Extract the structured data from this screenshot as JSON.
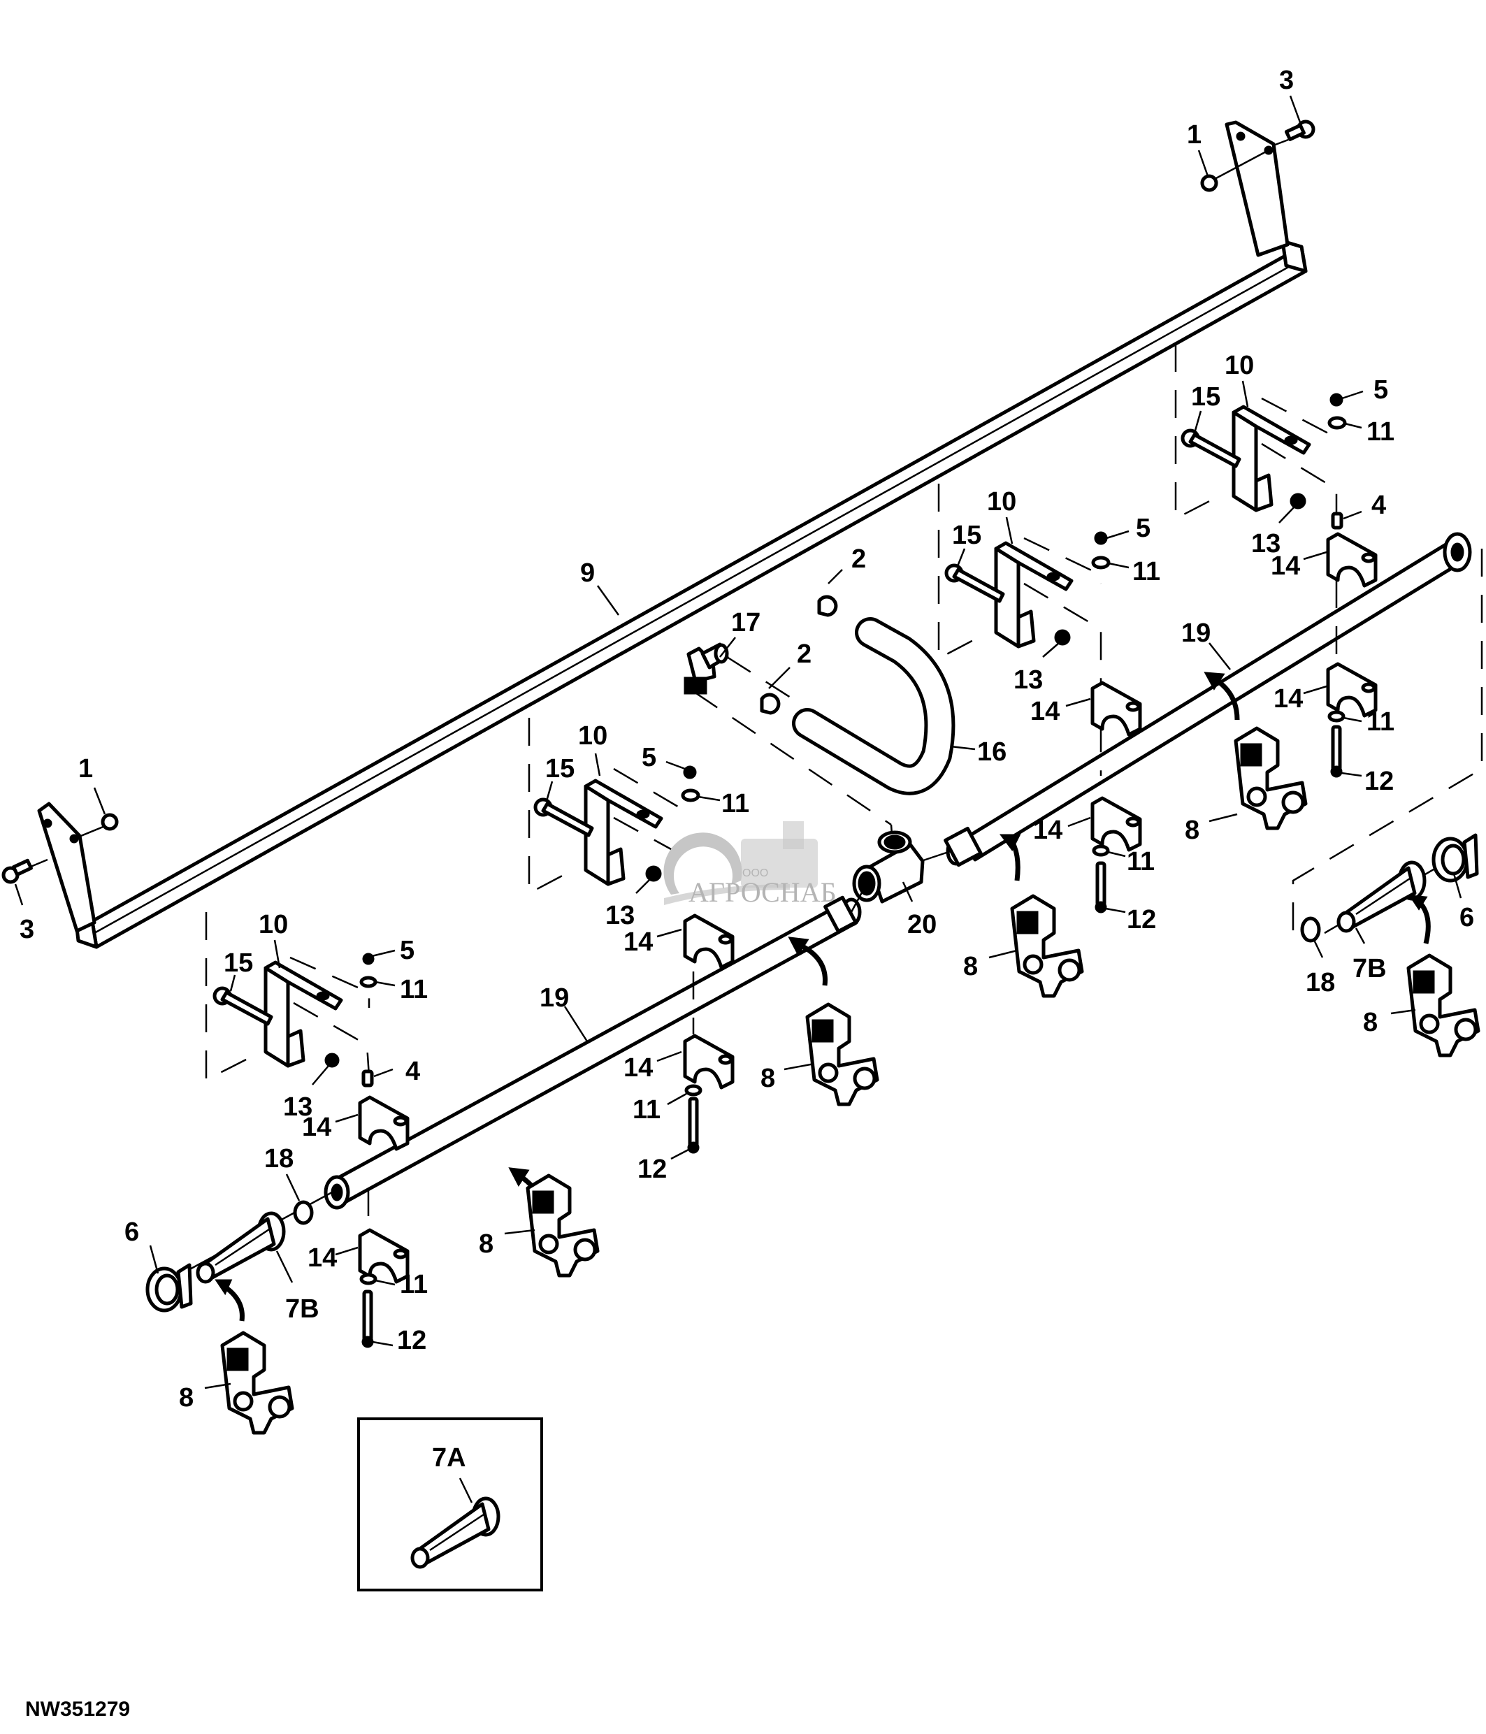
{
  "figure": {
    "id": "NW351279",
    "title": "Spray boom assembly exploded view"
  },
  "watermark": {
    "prefix": "ООО",
    "name": "АГРОСНАБ"
  },
  "callouts": {
    "frame_left_nut": "1",
    "frame_left_bolt": "3",
    "frame_right_nut": "1",
    "frame_right_bolt": "3",
    "frame_tube": "9",
    "hose_clamp_upper": "2",
    "hose_clamp_lower": "2",
    "elbow_fitting": "17",
    "hose": "16",
    "tee_fitting": "20",
    "boom_left": "19",
    "boom_right": "19",
    "inset_nozzle": "7A",
    "left_end": {
      "end_cap": "6",
      "nozzle_body": "7B",
      "gasket": "18",
      "nozzle_valve": "8"
    },
    "right_end": {
      "end_cap": "6",
      "nozzle_body": "7B",
      "gasket": "18",
      "nozzle_valve": "8"
    },
    "bracket_group_a": {
      "bracket": "10",
      "bolt": "15",
      "nut_top": "5",
      "washer_top": "11",
      "nut_side": "13",
      "spacer": "4",
      "clamp": "14",
      "clamp_lower": "14",
      "washer_lower": "11",
      "bolt_lower": "12"
    },
    "bracket_group_b": {
      "bracket": "10",
      "bolt": "15",
      "nut_top": "5",
      "washer_top": "11",
      "nut_side": "13",
      "clamp": "14",
      "clamp_lower": "14",
      "washer_lower": "11",
      "bolt_lower": "12"
    },
    "bracket_group_c": {
      "bracket": "10",
      "bolt": "15",
      "nut_top": "5",
      "washer_top": "11",
      "nut_side": "13",
      "clamp": "14",
      "clamp_lower": "14",
      "washer_lower": "11",
      "bolt_lower": "12"
    },
    "bracket_group_d": {
      "bracket": "10",
      "bolt": "15",
      "nut_top": "5",
      "washer_top": "11",
      "nut_side": "13",
      "spacer": "4",
      "clamp": "14",
      "clamp_lower": "14",
      "washer_lower": "11",
      "bolt_lower": "12"
    },
    "valves_mid": [
      "8",
      "8",
      "8",
      "8"
    ]
  }
}
